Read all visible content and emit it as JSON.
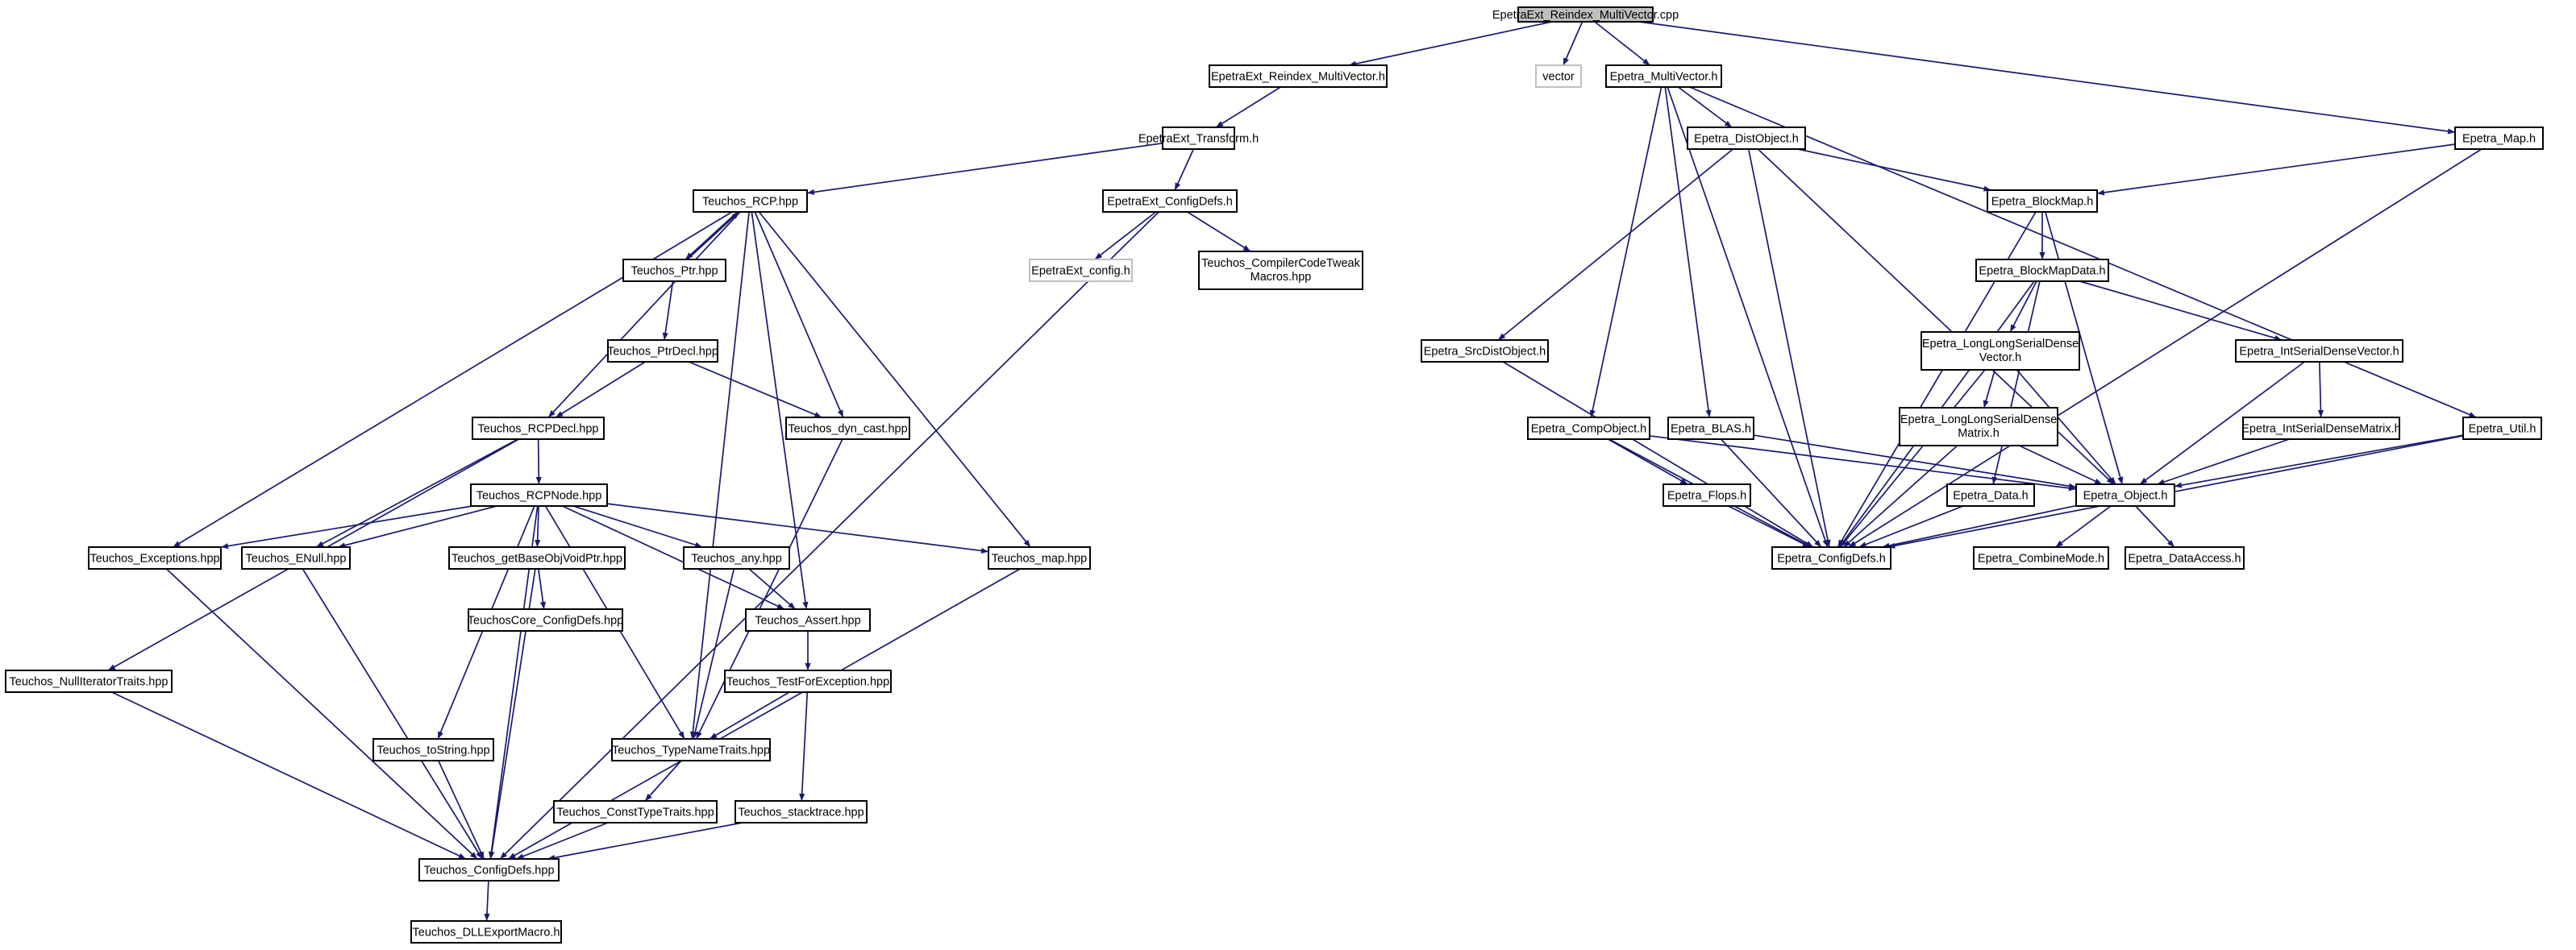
{
  "title": "",
  "colors": {
    "edge": "#191970",
    "node_border": "#000000",
    "external_node_border": "#bfbfbf",
    "root_fill": "#bfbfbf",
    "node_fill": "#ffffff",
    "background": "#ffffff"
  },
  "nodes": [
    {
      "id": "root",
      "label": "EpetraExt_Reindex_MultiVector.cpp",
      "kind": "root"
    },
    {
      "id": "ext_reindex_h",
      "label": "EpetraExt_Reindex_MultiVector.h"
    },
    {
      "id": "vector",
      "label": "vector",
      "kind": "external"
    },
    {
      "id": "mv_h",
      "label": "Epetra_MultiVector.h"
    },
    {
      "id": "map_h",
      "label": "Epetra_Map.h"
    },
    {
      "id": "transform_h",
      "label": "EpetraExt_Transform.h"
    },
    {
      "id": "distobj_h",
      "label": "Epetra_DistObject.h"
    },
    {
      "id": "rcp_hpp",
      "label": "Teuchos_RCP.hpp"
    },
    {
      "id": "ext_configdefs_h",
      "label": "EpetraExt_ConfigDefs.h"
    },
    {
      "id": "blockmap_h",
      "label": "Epetra_BlockMap.h"
    },
    {
      "id": "ptr_hpp",
      "label": "Teuchos_Ptr.hpp"
    },
    {
      "id": "ext_config_h",
      "label": "EpetraExt_config.h",
      "kind": "external"
    },
    {
      "id": "compilertweak",
      "label": "Teuchos_CompilerCodeTweakMacros.hpp",
      "lines": [
        "Teuchos_CompilerCodeTweak",
        "Macros.hpp"
      ]
    },
    {
      "id": "blockmapdata_h",
      "label": "Epetra_BlockMapData.h"
    },
    {
      "id": "srcdistobj_h",
      "label": "Epetra_SrcDistObject.h"
    },
    {
      "id": "ptrdecl_hpp",
      "label": "Teuchos_PtrDecl.hpp"
    },
    {
      "id": "llsdv_h",
      "label": "Epetra_LongLongSerialDenseVector.h",
      "lines": [
        "Epetra_LongLongSerialDense",
        "Vector.h"
      ]
    },
    {
      "id": "isdv_h",
      "label": "Epetra_IntSerialDenseVector.h"
    },
    {
      "id": "llsdm_h",
      "label": "Epetra_LongLongSerialDenseMatrix.h",
      "lines": [
        "Epetra_LongLongSerialDense",
        "Matrix.h"
      ]
    },
    {
      "id": "rcpdecl_hpp",
      "label": "Teuchos_RCPDecl.hpp"
    },
    {
      "id": "dyncast_hpp",
      "label": "Teuchos_dyn_cast.hpp"
    },
    {
      "id": "compobj_h",
      "label": "Epetra_CompObject.h"
    },
    {
      "id": "blas_h",
      "label": "Epetra_BLAS.h"
    },
    {
      "id": "isdm_h",
      "label": "Epetra_IntSerialDenseMatrix.h"
    },
    {
      "id": "util_h",
      "label": "Epetra_Util.h"
    },
    {
      "id": "rcpnode_hpp",
      "label": "Teuchos_RCPNode.hpp"
    },
    {
      "id": "flops_h",
      "label": "Epetra_Flops.h"
    },
    {
      "id": "data_h",
      "label": "Epetra_Data.h"
    },
    {
      "id": "object_h",
      "label": "Epetra_Object.h"
    },
    {
      "id": "exceptions_hpp",
      "label": "Teuchos_Exceptions.hpp"
    },
    {
      "id": "enull_hpp",
      "label": "Teuchos_ENull.hpp"
    },
    {
      "id": "getbaseobj_hpp",
      "label": "Teuchos_getBaseObjVoidPtr.hpp"
    },
    {
      "id": "any_hpp",
      "label": "Teuchos_any.hpp"
    },
    {
      "id": "map_hpp",
      "label": "Teuchos_map.hpp"
    },
    {
      "id": "epetra_configdefs_h",
      "label": "Epetra_ConfigDefs.h"
    },
    {
      "id": "combinemode_h",
      "label": "Epetra_CombineMode.h"
    },
    {
      "id": "dataaccess_h",
      "label": "Epetra_DataAccess.h"
    },
    {
      "id": "teuchoscore_configdefs",
      "label": "TeuchosCore_ConfigDefs.hpp"
    },
    {
      "id": "assert_hpp",
      "label": "Teuchos_Assert.hpp"
    },
    {
      "id": "nulliter_hpp",
      "label": "Teuchos_NullIteratorTraits.hpp"
    },
    {
      "id": "testforexc_hpp",
      "label": "Teuchos_TestForException.hpp"
    },
    {
      "id": "tostring_hpp",
      "label": "Teuchos_toString.hpp"
    },
    {
      "id": "typename_hpp",
      "label": "Teuchos_TypeNameTraits.hpp"
    },
    {
      "id": "consttype_hpp",
      "label": "Teuchos_ConstTypeTraits.hpp"
    },
    {
      "id": "stacktrace_hpp",
      "label": "Teuchos_stacktrace.hpp"
    },
    {
      "id": "teuchos_configdefs",
      "label": "Teuchos_ConfigDefs.hpp"
    },
    {
      "id": "dllexport_h",
      "label": "Teuchos_DLLExportMacro.h"
    }
  ],
  "edges": [
    [
      "root",
      "ext_reindex_h"
    ],
    [
      "root",
      "vector"
    ],
    [
      "root",
      "mv_h"
    ],
    [
      "root",
      "map_h"
    ],
    [
      "ext_reindex_h",
      "transform_h"
    ],
    [
      "transform_h",
      "rcp_hpp"
    ],
    [
      "transform_h",
      "ext_configdefs_h"
    ],
    [
      "ext_configdefs_h",
      "ext_config_h"
    ],
    [
      "ext_configdefs_h",
      "compilertweak"
    ],
    [
      "ext_configdefs_h",
      "teuchos_configdefs"
    ],
    [
      "rcp_hpp",
      "ptr_hpp"
    ],
    [
      "ptr_hpp",
      "rcp_hpp"
    ],
    [
      "rcp_hpp",
      "rcpdecl_hpp"
    ],
    [
      "rcp_hpp",
      "dyncast_hpp"
    ],
    [
      "rcp_hpp",
      "exceptions_hpp"
    ],
    [
      "rcp_hpp",
      "assert_hpp"
    ],
    [
      "rcp_hpp",
      "map_hpp"
    ],
    [
      "rcp_hpp",
      "typename_hpp"
    ],
    [
      "ptr_hpp",
      "ptrdecl_hpp"
    ],
    [
      "ptrdecl_hpp",
      "rcpdecl_hpp"
    ],
    [
      "ptrdecl_hpp",
      "dyncast_hpp"
    ],
    [
      "dyncast_hpp",
      "typename_hpp"
    ],
    [
      "rcpdecl_hpp",
      "rcpnode_hpp"
    ],
    [
      "rcpdecl_hpp",
      "enull_hpp"
    ],
    [
      "rcpdecl_hpp",
      "nulliter_hpp"
    ],
    [
      "rcpnode_hpp",
      "exceptions_hpp"
    ],
    [
      "rcpnode_hpp",
      "enull_hpp"
    ],
    [
      "rcpnode_hpp",
      "getbaseobj_hpp"
    ],
    [
      "rcpnode_hpp",
      "any_hpp"
    ],
    [
      "rcpnode_hpp",
      "assert_hpp"
    ],
    [
      "rcpnode_hpp",
      "map_hpp"
    ],
    [
      "rcpnode_hpp",
      "typename_hpp"
    ],
    [
      "rcpnode_hpp",
      "tostring_hpp"
    ],
    [
      "rcpnode_hpp",
      "teuchos_configdefs"
    ],
    [
      "getbaseobj_hpp",
      "teuchoscore_configdefs"
    ],
    [
      "getbaseobj_hpp",
      "teuchos_configdefs"
    ],
    [
      "any_hpp",
      "assert_hpp"
    ],
    [
      "any_hpp",
      "typename_hpp"
    ],
    [
      "assert_hpp",
      "testforexc_hpp"
    ],
    [
      "testforexc_hpp",
      "typename_hpp"
    ],
    [
      "testforexc_hpp",
      "stacktrace_hpp"
    ],
    [
      "typename_hpp",
      "consttype_hpp"
    ],
    [
      "consttype_hpp",
      "teuchos_configdefs"
    ],
    [
      "stacktrace_hpp",
      "teuchos_configdefs"
    ],
    [
      "tostring_hpp",
      "teuchos_configdefs"
    ],
    [
      "exceptions_hpp",
      "teuchos_configdefs"
    ],
    [
      "enull_hpp",
      "teuchos_configdefs"
    ],
    [
      "nulliter_hpp",
      "teuchos_configdefs"
    ],
    [
      "map_hpp",
      "teuchos_configdefs"
    ],
    [
      "teuchos_configdefs",
      "dllexport_h"
    ],
    [
      "mv_h",
      "distobj_h"
    ],
    [
      "mv_h",
      "compobj_h"
    ],
    [
      "mv_h",
      "blas_h"
    ],
    [
      "mv_h",
      "util_h"
    ],
    [
      "mv_h",
      "epetra_configdefs_h"
    ],
    [
      "map_h",
      "blockmap_h"
    ],
    [
      "map_h",
      "epetra_configdefs_h"
    ],
    [
      "distobj_h",
      "blockmap_h"
    ],
    [
      "distobj_h",
      "srcdistobj_h"
    ],
    [
      "distobj_h",
      "object_h"
    ],
    [
      "distobj_h",
      "epetra_configdefs_h"
    ],
    [
      "blockmap_h",
      "blockmapdata_h"
    ],
    [
      "blockmap_h",
      "object_h"
    ],
    [
      "blockmap_h",
      "epetra_configdefs_h"
    ],
    [
      "blockmapdata_h",
      "llsdv_h"
    ],
    [
      "blockmapdata_h",
      "isdv_h"
    ],
    [
      "blockmapdata_h",
      "data_h"
    ],
    [
      "blockmapdata_h",
      "epetra_configdefs_h"
    ],
    [
      "llsdv_h",
      "llsdm_h"
    ],
    [
      "llsdv_h",
      "object_h"
    ],
    [
      "llsdv_h",
      "epetra_configdefs_h"
    ],
    [
      "llsdm_h",
      "object_h"
    ],
    [
      "llsdm_h",
      "epetra_configdefs_h"
    ],
    [
      "isdv_h",
      "isdm_h"
    ],
    [
      "isdv_h",
      "object_h"
    ],
    [
      "isdm_h",
      "object_h"
    ],
    [
      "srcdistobj_h",
      "epetra_configdefs_h"
    ],
    [
      "compobj_h",
      "flops_h"
    ],
    [
      "compobj_h",
      "object_h"
    ],
    [
      "compobj_h",
      "epetra_configdefs_h"
    ],
    [
      "blas_h",
      "object_h"
    ],
    [
      "blas_h",
      "epetra_configdefs_h"
    ],
    [
      "util_h",
      "object_h"
    ],
    [
      "util_h",
      "epetra_configdefs_h"
    ],
    [
      "flops_h",
      "epetra_configdefs_h"
    ],
    [
      "data_h",
      "epetra_configdefs_h"
    ],
    [
      "object_h",
      "epetra_configdefs_h"
    ],
    [
      "object_h",
      "combinemode_h"
    ],
    [
      "object_h",
      "dataaccess_h"
    ]
  ]
}
